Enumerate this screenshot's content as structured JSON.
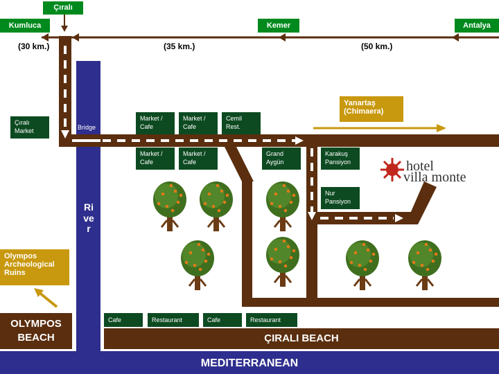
{
  "towns": {
    "cirali_top": "Çıralı",
    "kumluca": "Kumluca",
    "kemer": "Kemer",
    "antalya": "Antalya"
  },
  "distances": {
    "kumluca": "(30 km.)",
    "kemer": "(35 km.)",
    "antalya": "(50 km.)"
  },
  "places": {
    "cirali_market": "Çıralı Market",
    "bridge": "Bridge",
    "market_cafe": "Market / Cafe",
    "cemil": "Cemil Rest.",
    "grand_aygun": "Grand Aygün",
    "karakus": "Karakuş Pansiyon",
    "nur": "Nur Pansiyon",
    "yanartas": "Yanartaş (Chimaera)",
    "olympos_ruins": "Olympos Archeological Ruins",
    "river": "River",
    "olympos_beach": "OLYMPOS BEACH",
    "cirali_beach": "ÇIRALI BEACH",
    "sea": "MEDITERRANEAN",
    "cafe": "Cafe",
    "restaurant": "Restaurant"
  },
  "hotel": {
    "line1": "hotel",
    "line2": "villa monte"
  },
  "colors": {
    "road": "#5a2e0e",
    "green_label": "#008a1e",
    "dark_label": "#0d4a21",
    "gold": "#c8980e",
    "river": "#2e2e8e",
    "sea": "#2e2e8e",
    "hotel_red": "#c0281e"
  }
}
